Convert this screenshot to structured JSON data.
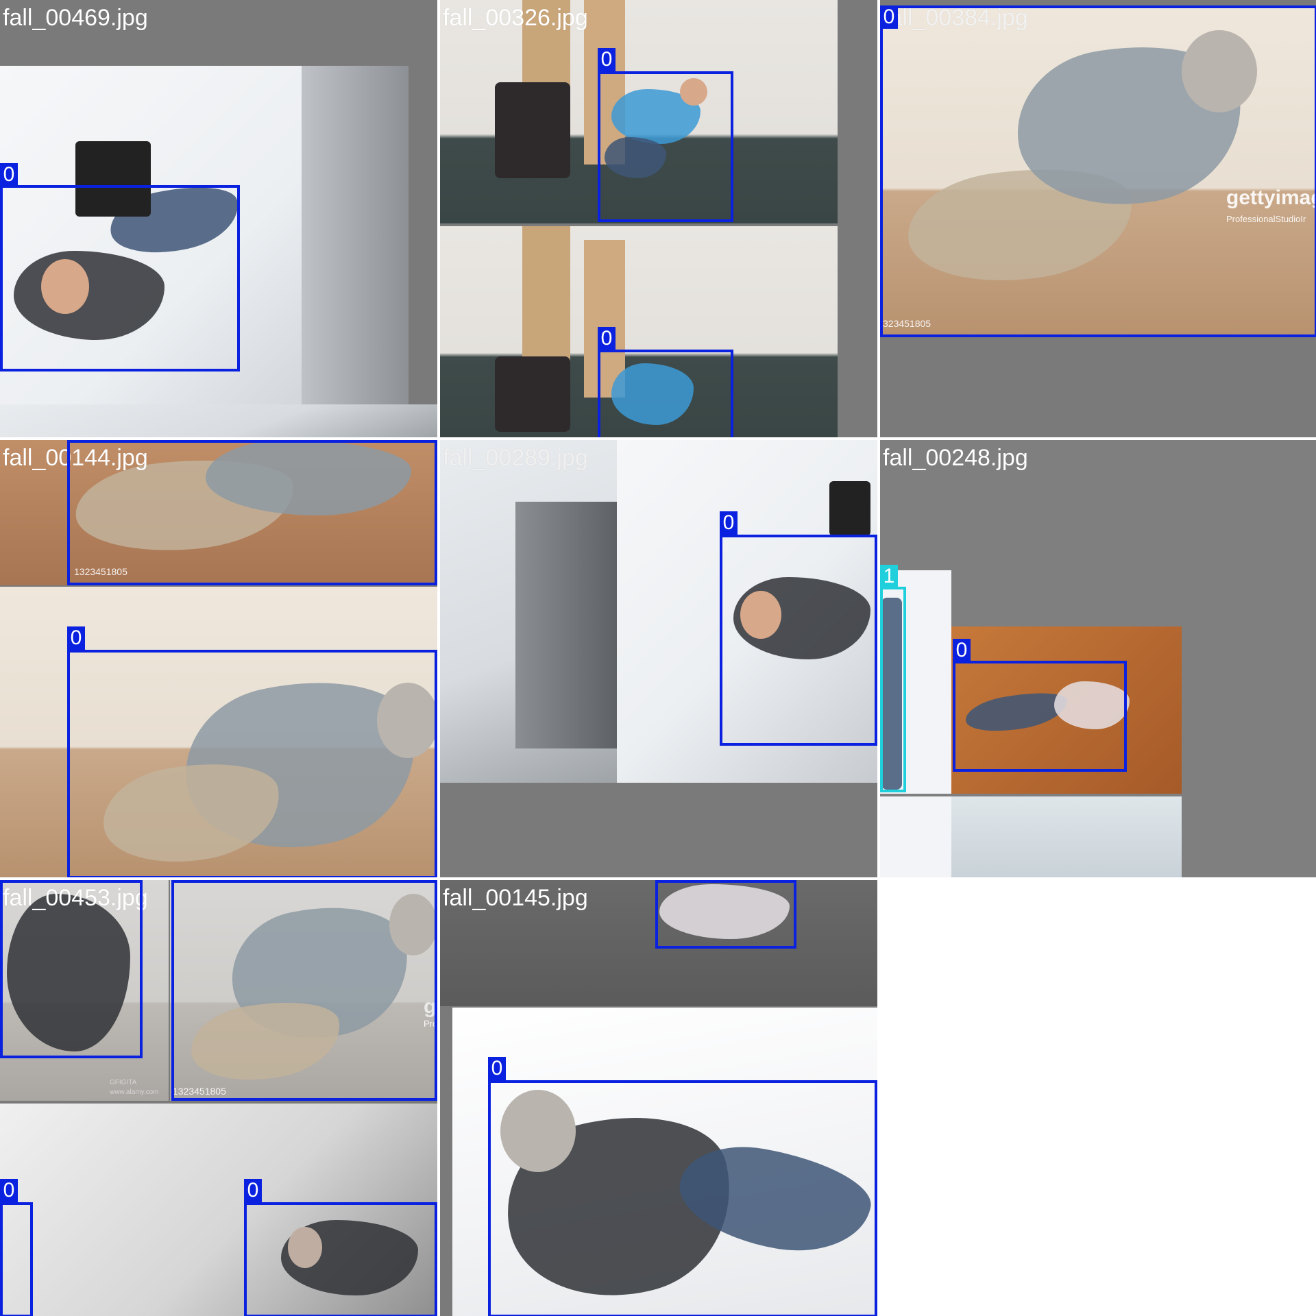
{
  "tiles": [
    {
      "filename": "fall_00469.jpg"
    },
    {
      "filename": "fall_00326.jpg"
    },
    {
      "filename": "fall_00384.jpg"
    },
    {
      "filename": "fall_00144.jpg"
    },
    {
      "filename": "fall_00289.jpg"
    },
    {
      "filename": "fall_00248.jpg"
    },
    {
      "filename": "fall_00453.jpg"
    },
    {
      "filename": "fall_00145.jpg"
    }
  ],
  "class_labels": {
    "fall": "0",
    "other": "1"
  },
  "colors": {
    "class0_box": "#0a22e0",
    "class1_box": "#1fd0dc",
    "letterbox": "#7f7f7f"
  },
  "watermarks": {
    "getty_brand": "gettyimag",
    "getty_sub": "ProfessionalStudioIr",
    "getty_id_a": "323451805",
    "getty_id_b": "1323451805",
    "getty_id_c": "1323451805",
    "partial_ge": "ge",
    "partial_pro": "Pro",
    "stock_tag": "GFIGITA",
    "stock_url": "www.alamy.com"
  }
}
